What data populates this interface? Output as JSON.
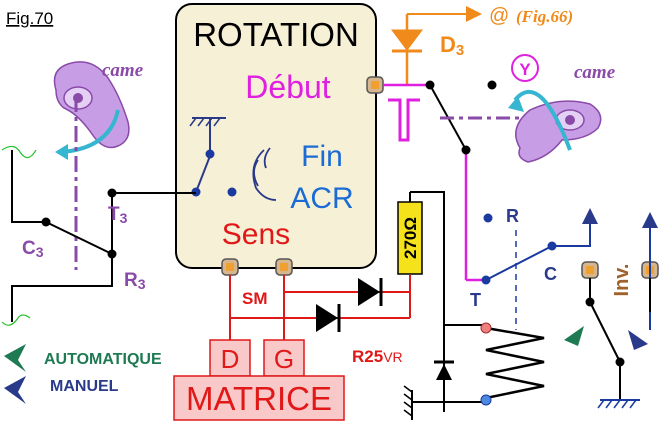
{
  "figure_label": "Fig.70",
  "block_title": "ROTATION",
  "debut": "Début",
  "fin": "Fin",
  "acr": "ACR",
  "sens": "Sens",
  "came_left": "came",
  "came_right": "came",
  "diode_d3": {
    "main": "D",
    "sub": "3"
  },
  "ref": {
    "at": "@",
    "text": "(Fig.66)"
  },
  "y_marker": "Y",
  "resistor": "270Ω",
  "t3": {
    "main": "T",
    "sub": "3"
  },
  "c3": {
    "main": "C",
    "sub": "3"
  },
  "r3": {
    "main": "R",
    "sub": "3"
  },
  "sm": "SM",
  "d_box": "D",
  "g_box": "G",
  "matrice": "MATRICE",
  "r25vr": {
    "main": "R25",
    "sub": "VR"
  },
  "contact_r": "R",
  "contact_t": "T",
  "contact_c": "C",
  "inv": "Inv.",
  "legend": {
    "auto": "AUTOMATIQUE",
    "manuel": "MANUEL"
  },
  "colors": {
    "box_fill": "#f6f0d6",
    "magenta": "#e020e0",
    "red": "#e01818",
    "orange": "#f08a1a",
    "blue": "#1a6bd6",
    "navy": "#2a3a8a",
    "purple": "#8a4aa8",
    "green": "#1e7a52",
    "cyan": "#36b6d0",
    "yellow": "#f6e21a",
    "pink": "#f9c9c9"
  }
}
